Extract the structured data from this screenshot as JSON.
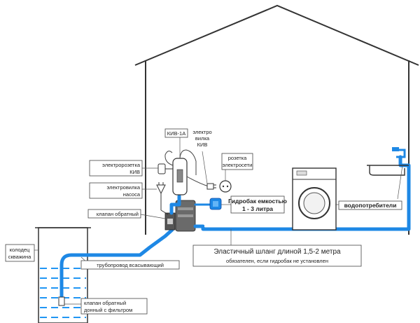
{
  "labels": {
    "kiv1a": "КИВ-1А",
    "plug_kiv_1": "электро",
    "plug_kiv_2": "вилка",
    "plug_kiv_3": "КИВ",
    "outlet_1": "розетка",
    "outlet_2": "электросети",
    "socket_kiv_1": "электророзетка",
    "socket_kiv_2": "КИВ",
    "pump_plug_1": "электровилка",
    "pump_plug_2": "насоса",
    "check_valve": "клапан обратный",
    "tank_1": "Гидробак емкостью",
    "tank_2": "1 - 3 литра",
    "consumers": "водопотребители",
    "hose_1": "Эластичный шланг длиной 1,5-2 метра",
    "hose_2": "обязателен, если гидробак не установлен",
    "well_1": "колодец",
    "well_2": "скважина",
    "suction": "трубопровод всасывающий",
    "foot_valve_1": "клапан обратный",
    "foot_valve_2": "донный с фильтром"
  },
  "colors": {
    "pipe": "#1e88e5",
    "water": "#2196f3",
    "line": "#333333"
  }
}
